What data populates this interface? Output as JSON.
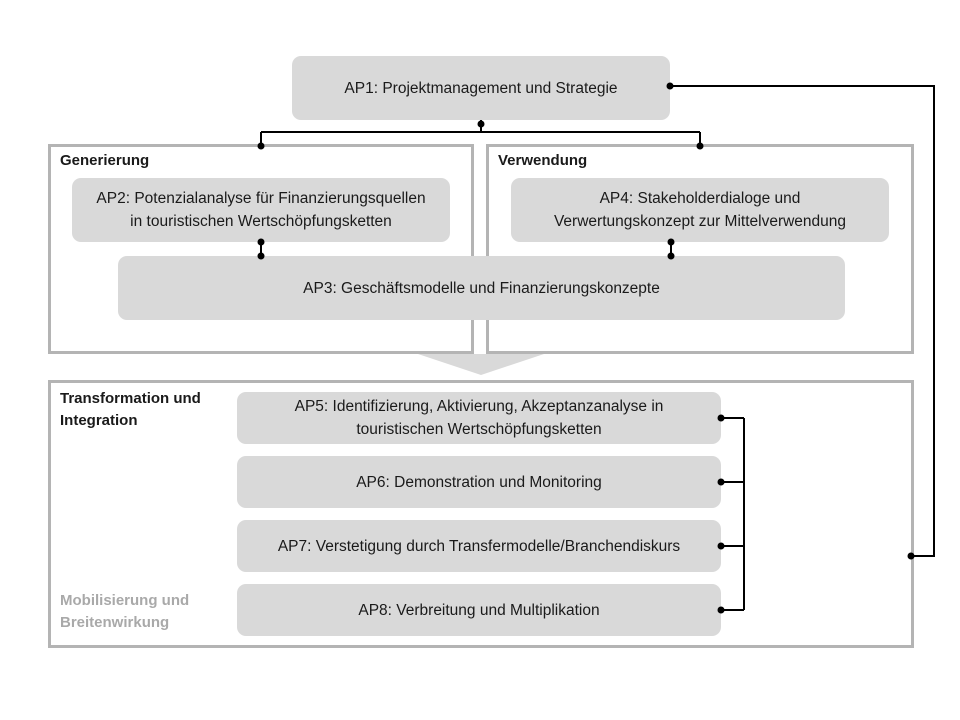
{
  "ap1": "AP1: Projektmanagement und Strategie",
  "generierung": {
    "title": "Generierung",
    "ap2_line1": "AP2: Potenzialanalyse für Finanzierungsquellen",
    "ap2_line2": "in touristischen Wertschöpfungsketten"
  },
  "verwendung": {
    "title": "Verwendung",
    "ap4_line1": "AP4: Stakeholderdialoge und",
    "ap4_line2": "Verwertungskonzept zur Mittelverwendung"
  },
  "ap3": "AP3: Geschäftsmodelle und Finanzierungskonzepte",
  "transformation": {
    "title_line1": "Transformation und",
    "title_line2": "Integration",
    "mobilisierung_line1": "Mobilisierung und",
    "mobilisierung_line2": "Breitenwirkung",
    "ap5_line1": "AP5: Identifizierung, Aktivierung, Akzeptanzanalyse in",
    "ap5_line2": "touristischen Wertschöpfungsketten",
    "ap6": "AP6: Demonstration und Monitoring",
    "ap7": "AP7:  Verstetigung durch Transfermodelle/Branchendiskurs",
    "ap8": "AP8: Verbreitung und Multiplikation"
  },
  "colors": {
    "box_fill": "#d9d9d9",
    "frame_border": "#b4b4b4",
    "connector": "#000000",
    "muted_text": "#a9a9a9"
  }
}
